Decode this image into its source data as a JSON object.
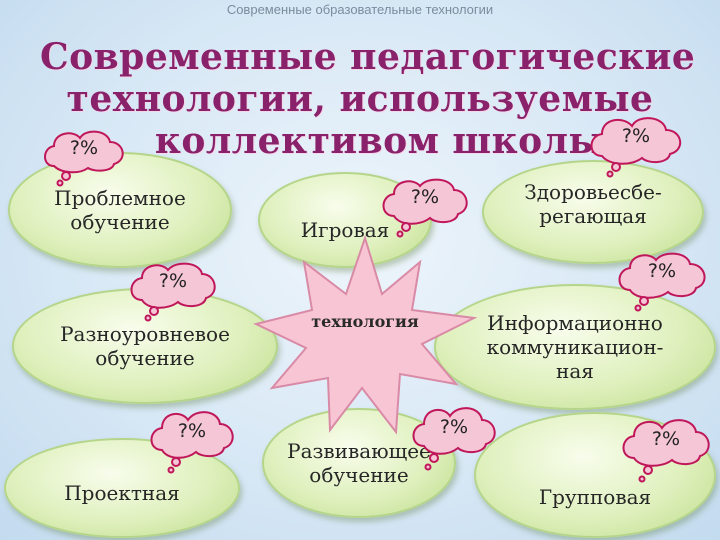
{
  "slide": {
    "header": "Современные образовательные технологии",
    "title_lines": [
      "Современные педагогические",
      "технологии,  используемые",
      "коллективом школы"
    ]
  },
  "center": {
    "label": "технология"
  },
  "ovals": {
    "problem": [
      "Проблемное",
      "обучение"
    ],
    "game": [
      "Игровая"
    ],
    "health": [
      "Здоровьесбе-",
      "регающая"
    ],
    "multilevel": [
      "Разноуровневое",
      "обучение"
    ],
    "ict": [
      "Информационно",
      "коммуникацион-",
      "ная"
    ],
    "project": [
      "Проектная"
    ],
    "developing": [
      "Развивающее",
      "обучение"
    ],
    "group": [
      "Групповая"
    ]
  },
  "badges": {
    "title_left": "?%",
    "title_right": "?%",
    "game": "?%",
    "multilevel": "?%",
    "ict": "?%",
    "project": "?%",
    "developing": "?%",
    "group": "?%"
  },
  "colors": {
    "title": "#8a226b",
    "oval_fill": "#dff0bd",
    "cloud_fill": "#f4c6d6",
    "cloud_stroke": "#c0165a",
    "star_fill": "#f7c5d3"
  }
}
